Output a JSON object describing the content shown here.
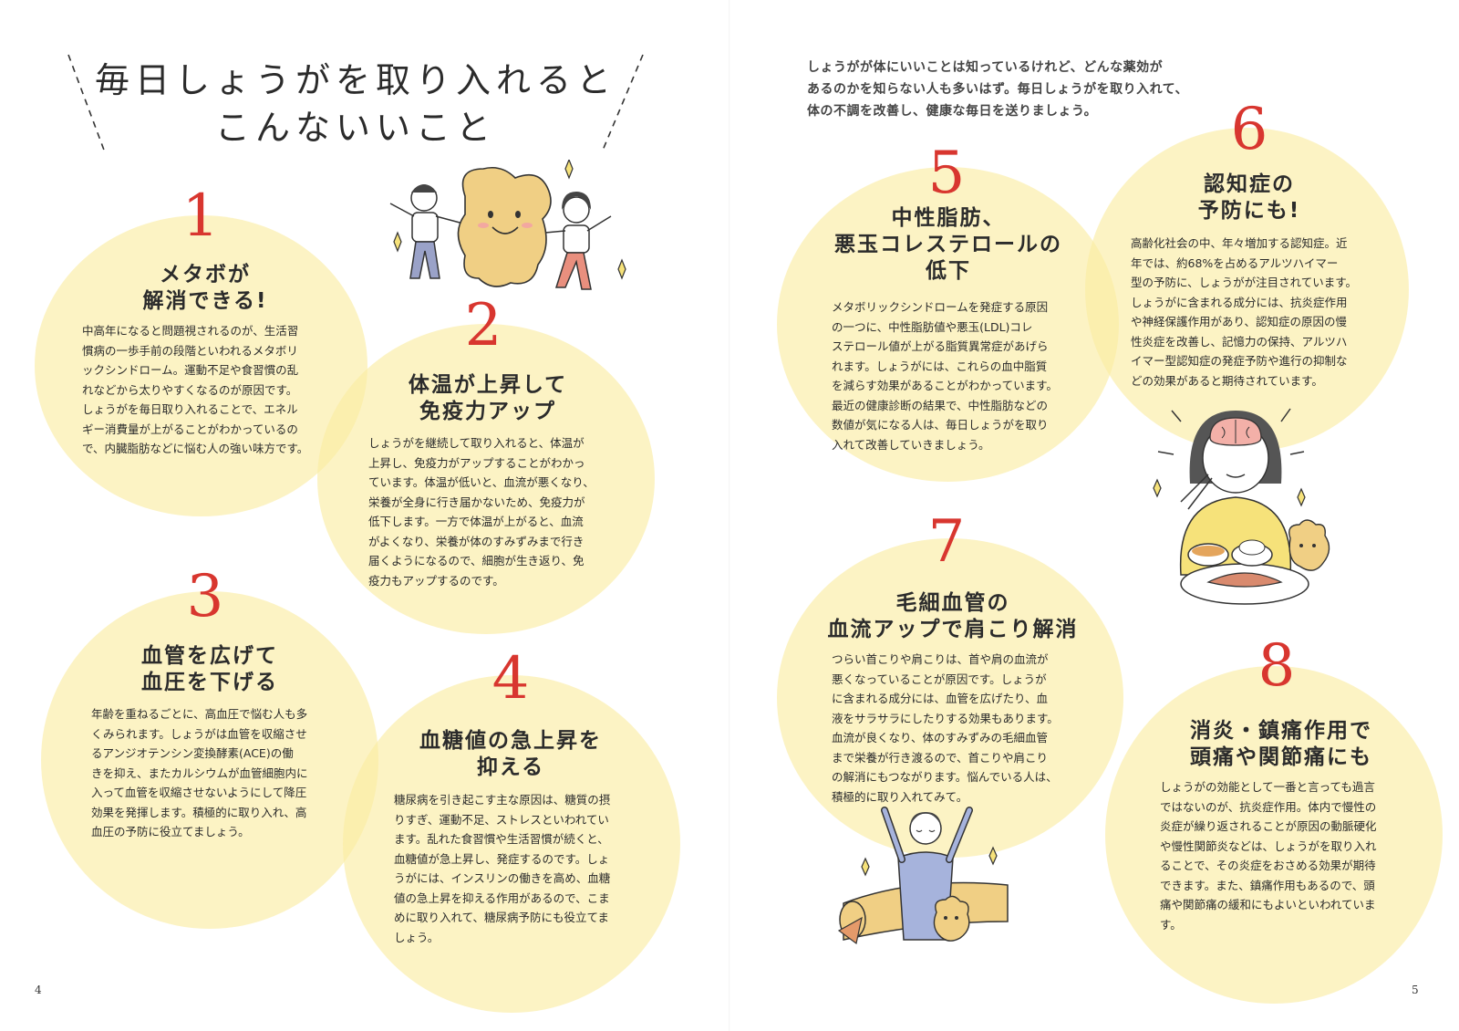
{
  "title": {
    "line1": "毎日しょうがを取り入れると",
    "line2": "こんないいこと"
  },
  "intro": "しょうがが体にいいことは知っているけれど、どんな薬効が\nあるのかを知らない人も多いはず。毎日しょうがを取り入れて、\n体の不調を改善し、健康な毎日を送りましょう。",
  "items": [
    {
      "num": "1",
      "heading": "メタボが\n解消できる!",
      "body": "中高年になると問題視されるのが、生活習\n慣病の一歩手前の段階といわれるメタボリ\nックシンドローム。運動不足や食習慣の乱\nれなどから太りやすくなるのが原因です。\nしょうがを毎日取り入れることで、エネル\nギー消費量が上がることがわかっているの\nで、内臓脂肪などに悩む人の強い味方です。"
    },
    {
      "num": "2",
      "heading": "体温が上昇して\n免疫力アップ",
      "body": "しょうがを継続して取り入れると、体温が\n上昇し、免疫力がアップすることがわかっ\nています。体温が低いと、血流が悪くなり、\n栄養が全身に行き届かないため、免疫力が\n低下します。一方で体温が上がると、血流\nがよくなり、栄養が体のすみずみまで行き\n届くようになるので、細胞が生き返り、免\n疫力もアップするのです。"
    },
    {
      "num": "3",
      "heading": "血管を広げて\n血圧を下げる",
      "body": "年齢を重ねるごとに、高血圧で悩む人も多\nくみられます。しょうがは血管を収縮させ\nるアンジオテンシン変換酵素(ACE)の働\nきを抑え、またカルシウムが血管細胞内に\n入って血管を収縮させないようにして降圧\n効果を発揮します。積極的に取り入れ、高\n血圧の予防に役立てましょう。"
    },
    {
      "num": "4",
      "heading": "血糖値の急上昇を\n抑える",
      "body": "糖尿病を引き起こす主な原因は、糖質の摂\nりすぎ、運動不足、ストレスといわれてい\nます。乱れた食習慣や生活習慣が続くと、\n血糖値が急上昇し、発症するのです。しょ\nうがには、インスリンの働きを高め、血糖\n値の急上昇を抑える作用があるので、こま\nめに取り入れて、糖尿病予防にも役立てま\nしょう。"
    },
    {
      "num": "5",
      "heading": "中性脂肪、\n悪玉コレステロールの\n低下",
      "body": "メタボリックシンドロームを発症する原因\nの一つに、中性脂肪値や悪玉(LDL)コレ\nステロール値が上がる脂質異常症があげら\nれます。しょうがには、これらの血中脂質\nを減らす効果があることがわかっています。\n最近の健康診断の結果で、中性脂肪などの\n数値が気になる人は、毎日しょうがを取り\n入れて改善していきましょう。"
    },
    {
      "num": "6",
      "heading": "認知症の\n予防にも!",
      "body": "高齢化社会の中、年々増加する認知症。近\n年では、約68%を占めるアルツハイマー\n型の予防に、しょうがが注目されています。\nしょうがに含まれる成分には、抗炎症作用\nや神経保護作用があり、認知症の原因の慢\n性炎症を改善し、記憶力の保持、アルツハ\nイマー型認知症の発症予防や進行の抑制な\nどの効果があると期待されています。"
    },
    {
      "num": "7",
      "heading": "毛細血管の\n血流アップで肩こり解消",
      "body": "つらい首こりや肩こりは、首や肩の血流が\n悪くなっていることが原因です。しょうが\nに含まれる成分には、血管を広げたり、血\n液をサラサラにしたりする効果もあります。\n血流が良くなり、体のすみずみの毛細血管\nまで栄養が行き渡るので、首こりや肩こり\nの解消にもつながります。悩んでいる人は、\n積極的に取り入れてみて。"
    },
    {
      "num": "8",
      "heading": "消炎・鎮痛作用で\n頭痛や関節痛にも",
      "body": "しょうがの効能として一番と言っても過言\nではないのが、抗炎症作用。体内で慢性の\n炎症が繰り返されることが原因の動脈硬化\nや慢性関節炎などは、しょうがを取り入れ\nることで、その炎症をおさめる効果が期待\nできます。また、鎮痛作用もあるので、頭\n痛や関節痛の緩和にもよいといわれていま\nす。"
    }
  ],
  "page_numbers": {
    "left": "4",
    "right": "5"
  },
  "colors": {
    "circle": "#faeca0",
    "number": "#d8362f",
    "ginger": "#f0cf84",
    "text": "#2b2b2b"
  }
}
